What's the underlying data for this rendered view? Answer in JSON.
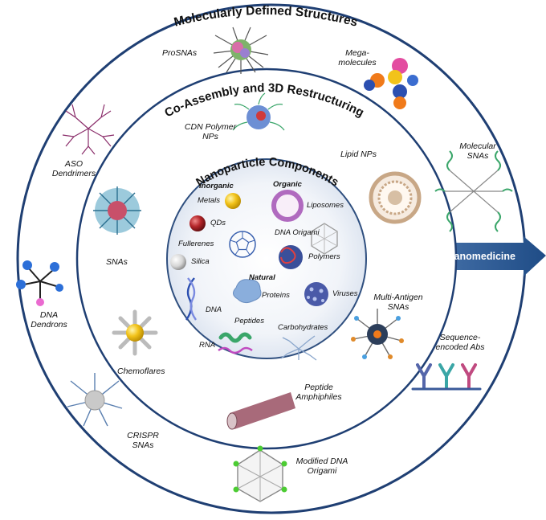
{
  "rings": {
    "outer_title": "Molecularly Defined Structures",
    "middle_title": "Co-Assembly and 3D Restructuring",
    "inner_title": "Nanoparticle Components"
  },
  "arrow_label": "Structural Nanomedicine",
  "outer_items": {
    "prosnas": "ProSNAs",
    "megamolecules": "Mega-\nmolecules",
    "aso_dendrimers": "ASO\nDendrimers",
    "molecular_snas": "Molecular\nSNAs",
    "dna_dendrons": "DNA\nDendrons",
    "sequence_abs": "Sequence-\nencoded Abs",
    "crispr_snas": "CRISPR\nSNAs",
    "modified_dna_origami": "Modified DNA\nOrigami"
  },
  "middle_items": {
    "cdn_polymer_nps": "CDN Polymer\nNPs",
    "lipid_nps": "Lipid NPs",
    "snas": "SNAs",
    "multi_antigen_snas": "Multi-Antigen\nSNAs",
    "chemoflares": "Chemoflares",
    "peptide_amphiphiles": "Peptide\nAmphiphiles"
  },
  "inner": {
    "headers": {
      "inorganic": "Inorganic",
      "organic": "Organic",
      "natural": "Natural"
    },
    "items": {
      "metals": "Metals",
      "qds": "QDs",
      "fullerenes": "Fullerenes",
      "silica": "Silica",
      "liposomes": "Liposomes",
      "dna_origami": "DNA Origami",
      "polymers": "Polymers",
      "proteins": "Proteins",
      "viruses": "Viruses",
      "dna": "DNA",
      "peptides": "Peptides",
      "carbohydrates": "Carbohydrates",
      "rna": "RNA"
    }
  },
  "colors": {
    "ring_stroke": "#1f3f73",
    "inner_fill": "#e7edf6",
    "arrow_fill": "#2c5a93",
    "gold": "#f2c31a",
    "liposome": "#b06abf",
    "qd": "#b5262a"
  }
}
